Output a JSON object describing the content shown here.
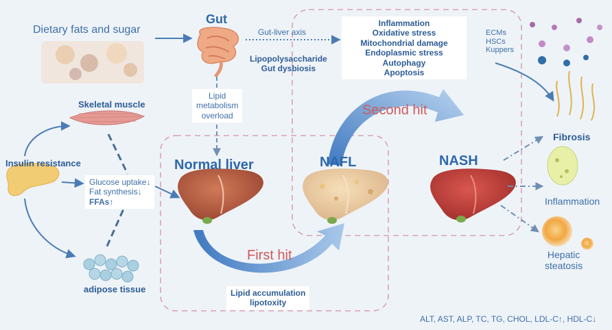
{
  "diagram": {
    "dietary": "Dietary fats and sugar",
    "gut": "Gut",
    "gut_liver_axis": "Gut-liver axis",
    "gut_box": [
      "Lipopolysaccharide",
      "Gut dysbiosis"
    ],
    "lipid_box": [
      "Lipid",
      "metabolism",
      "overload"
    ],
    "stress_box": [
      "Inflammation",
      "Oxidative stress",
      "Mitochondrial damage",
      "Endoplasmic stress",
      "Autophagy",
      "Apoptosis"
    ],
    "cells": [
      "ECMs",
      "HSCs",
      "Kuppers"
    ],
    "skeletal_muscle": "Skeletal muscle",
    "insulin_resistance": "Insulin resistance",
    "adipose_tissue": "adipose tissue",
    "effects_box": [
      "Glucose uptake↓",
      "Fat synthesis↓",
      "FFAs↑"
    ],
    "normal_liver": "Normal liver",
    "nafl": "NAFL",
    "nash": "NASH",
    "first_hit": "First hit",
    "second_hit": "Second hit",
    "lipid_acc_box": [
      "Lipid accumulation",
      "lipotoxity"
    ],
    "fibrosis": "Fibrosis",
    "inflammation": "Inflammation",
    "hepatic_steatosis": [
      "Hepatic",
      "steatosis"
    ],
    "biomarkers": "ALT, AST, ALP, TC, TG, CHOL, LDL-C↑, HDL-C↓"
  },
  "colors": {
    "dashed_border": "#d9a1b5",
    "arrow": "#4a7bb4",
    "hit_text": "#cf5a5a",
    "title_blue": "#2f68a8"
  }
}
